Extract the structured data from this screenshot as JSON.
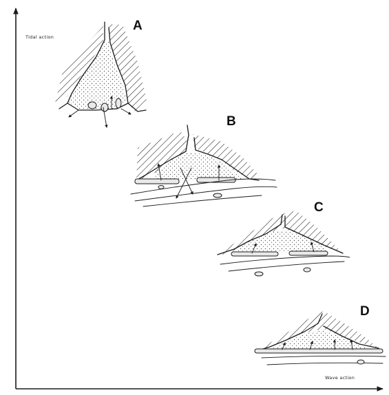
{
  "axes": {
    "y_label": "Tidal action",
    "x_label": "Wave action"
  },
  "panels": [
    {
      "id": "A"
    },
    {
      "id": "B"
    },
    {
      "id": "C"
    },
    {
      "id": "D"
    }
  ]
}
